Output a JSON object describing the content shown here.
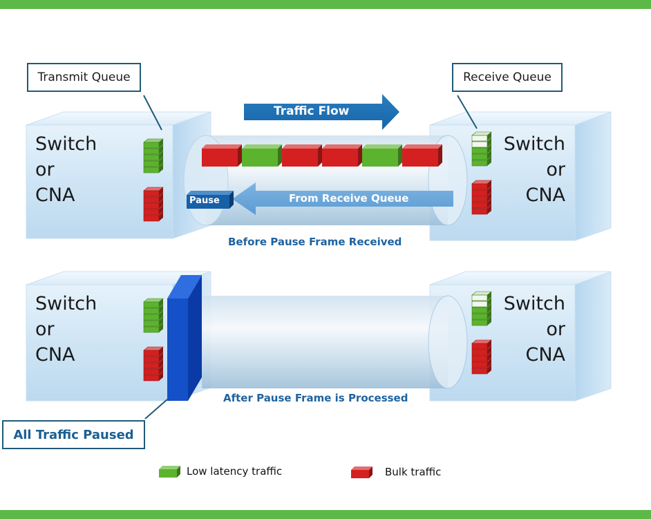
{
  "colors": {
    "frame_bar": "#5cb947",
    "low_latency": "#5cb32e",
    "bulk": "#d42020",
    "pause_panel": "#1450c8",
    "accent_text": "#1f63a0"
  },
  "callouts": {
    "transmit_queue": "Transmit Queue",
    "receive_queue": "Receive Queue",
    "all_paused": "All Traffic Paused"
  },
  "switches": {
    "left_top": [
      "Switch",
      "or",
      "CNA"
    ],
    "right_top": [
      "Switch",
      "or",
      "CNA"
    ],
    "left_bottom": [
      "Switch",
      "or",
      "CNA"
    ],
    "right_bottom": [
      "Switch",
      "or",
      "CNA"
    ]
  },
  "arrows": {
    "traffic_flow": "Traffic Flow",
    "from_receive_queue": "From Receive Queue",
    "pause": "Pause"
  },
  "captions": {
    "before": "Before Pause Frame Received",
    "after": "After Pause Frame is Processed"
  },
  "pipe_frames": [
    "bulk",
    "low_latency",
    "bulk",
    "bulk",
    "low_latency",
    "bulk"
  ],
  "legend": {
    "low_latency": "Low latency traffic",
    "bulk": "Bulk traffic"
  }
}
